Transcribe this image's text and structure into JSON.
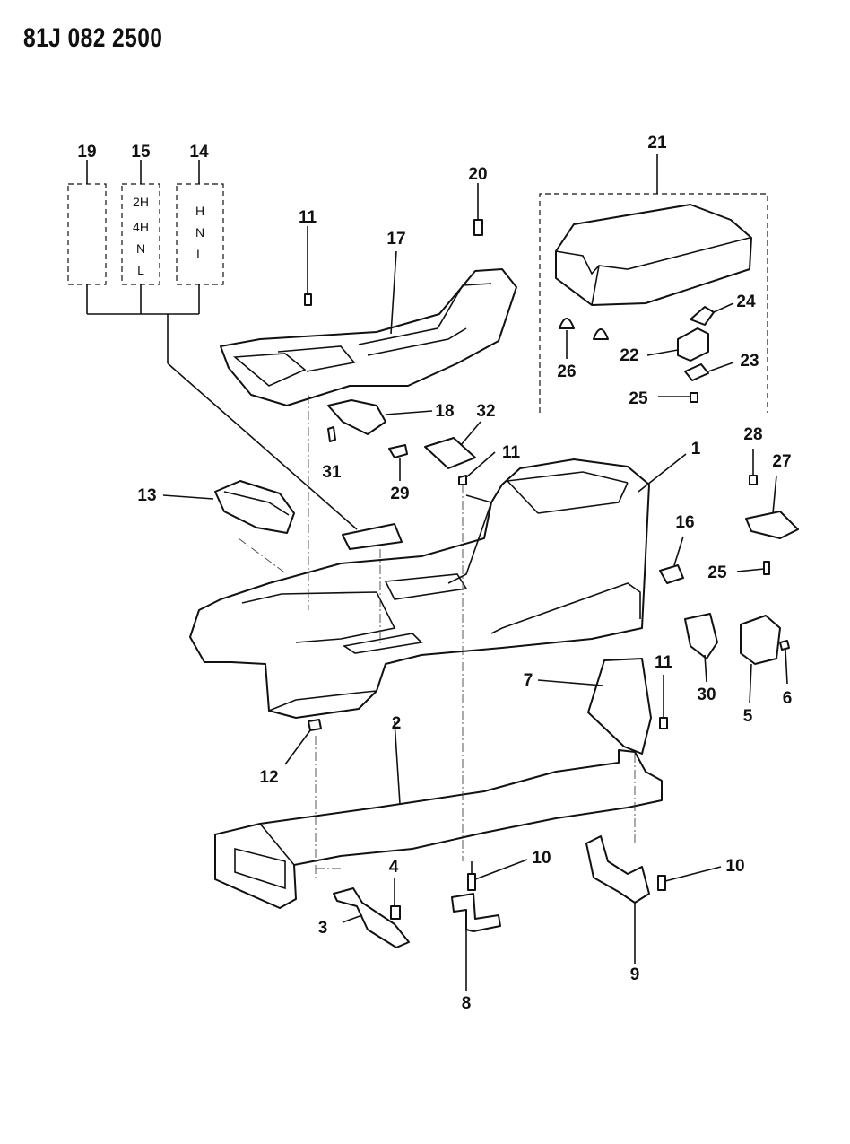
{
  "header": {
    "code": "81J 082 2500"
  },
  "shift_indicators": {
    "box_19": {
      "callout": "19",
      "lines": []
    },
    "box_15": {
      "callout": "15",
      "lines": [
        "2H",
        "4H",
        "N",
        "L"
      ]
    },
    "box_14": {
      "callout": "14",
      "lines": [
        "H",
        "N",
        "L"
      ]
    }
  },
  "callouts": {
    "c1": "1",
    "c2": "2",
    "c3": "3",
    "c4": "4",
    "c5": "5",
    "c6": "6",
    "c7": "7",
    "c8": "8",
    "c9": "9",
    "c10a": "10",
    "c10b": "10",
    "c11a": "11",
    "c11b": "11",
    "c11c": "11",
    "c12": "12",
    "c13": "13",
    "c16": "16",
    "c17": "17",
    "c18": "18",
    "c20": "20",
    "c21": "21",
    "c22": "22",
    "c23": "23",
    "c24": "24",
    "c25a": "25",
    "c25b": "25",
    "c26": "26",
    "c27": "27",
    "c28": "28",
    "c29": "29",
    "c30": "30",
    "c31": "31",
    "c32": "32"
  },
  "colors": {
    "ink": "#111111",
    "paper": "#ffffff"
  }
}
